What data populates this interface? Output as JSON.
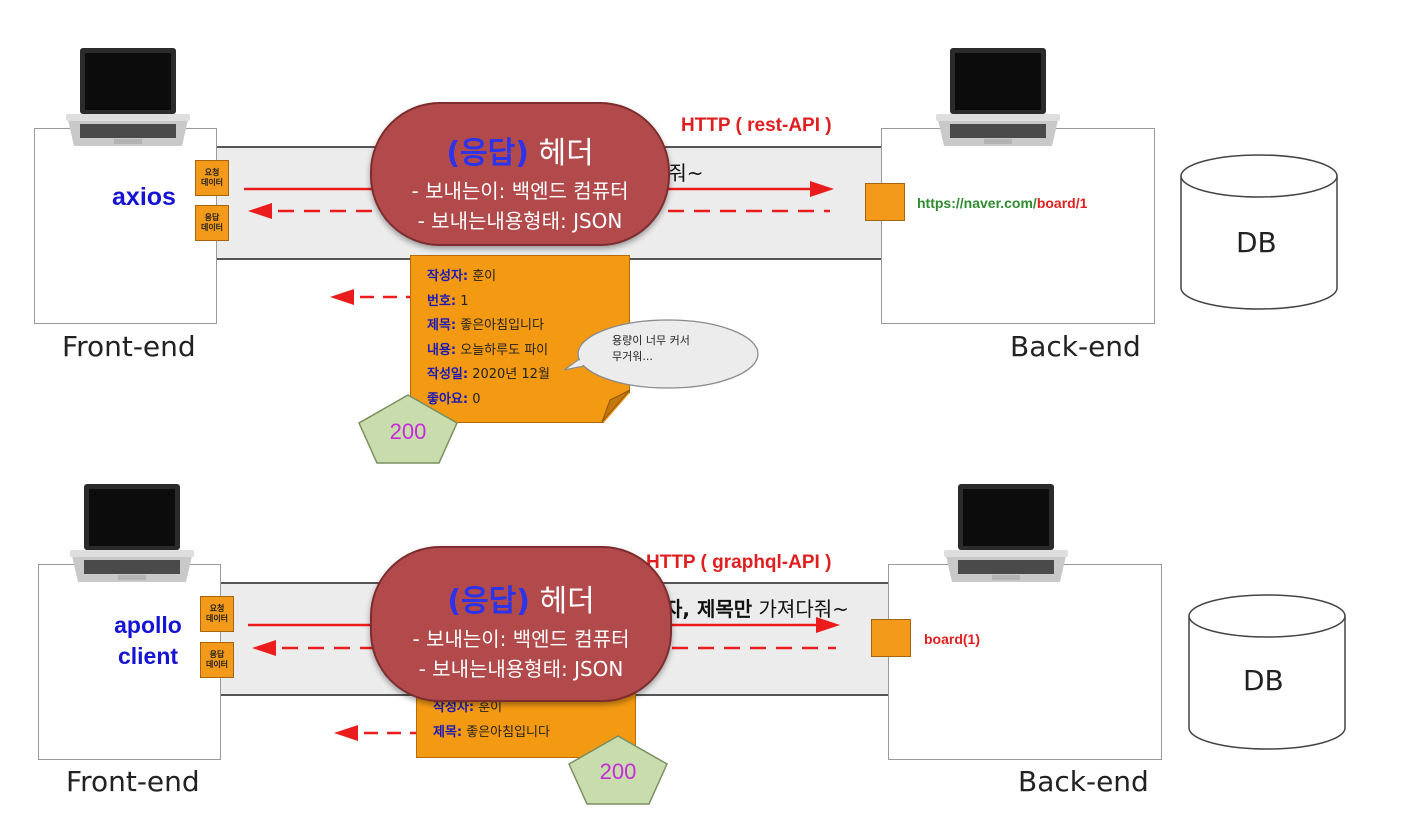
{
  "top": {
    "frontend_label": "Front-end",
    "backend_label": "Back-end",
    "client_lines": [
      "axios"
    ],
    "request_tag": [
      "요청",
      "데이터"
    ],
    "response_tag": [
      "응답",
      "데이터"
    ],
    "http_label": "HTTP ( rest-API )",
    "request_text": "다줘~",
    "url": {
      "green": "https://naver.com/",
      "red": "board/1"
    },
    "header": {
      "title_highlight": "(응답)",
      "title_rest": " 헤더",
      "line1": "- 보내는이: 백엔드 컴퓨터",
      "line2": "- 보내는내용형태: JSON"
    },
    "doc_rows": [
      {
        "key": "작성자:",
        "value": " 훈이"
      },
      {
        "key": "번호:",
        "value": " 1"
      },
      {
        "key": "제목:",
        "value": " 좋은아침입니다"
      },
      {
        "key": "내용:",
        "value": " 오늘하루도 파이"
      },
      {
        "key": "작성일:",
        "value": " 2020년 12월"
      },
      {
        "key": "좋아요:",
        "value": " 0"
      }
    ],
    "bubble": [
      "용량이 너무 커서",
      "무거워..."
    ],
    "status": "200",
    "db_label": "DB"
  },
  "bottom": {
    "frontend_label": "Front-end",
    "backend_label": "Back-end",
    "client_lines": [
      "apollo",
      "client"
    ],
    "request_tag": [
      "요청",
      "데이터"
    ],
    "response_tag": [
      "응답",
      "데이터"
    ],
    "http_label": "HTTP ( graphql-API )",
    "request_bold": "자, 제목만",
    "request_rest": " 가져다줘~",
    "url_red": "board(1)",
    "header": {
      "title_highlight": "(응답)",
      "title_rest": " 헤더",
      "line1": "- 보내는이: 백엔드 컴퓨터",
      "line2": "- 보내는내용형태: JSON"
    },
    "doc_rows": [
      {
        "key": "작성자:",
        "value": " 훈이"
      },
      {
        "key": "제목:",
        "value": " 좋은아침입니다"
      }
    ],
    "status": "200",
    "db_label": "DB"
  },
  "colors": {
    "arrow_red": "#ea1c1c",
    "header_fill": "#b24a4c",
    "document_fill": "#f49a12",
    "status_fill": "#c9dcae",
    "client_blue": "#1414d2",
    "url_green": "#2e8b2e"
  }
}
